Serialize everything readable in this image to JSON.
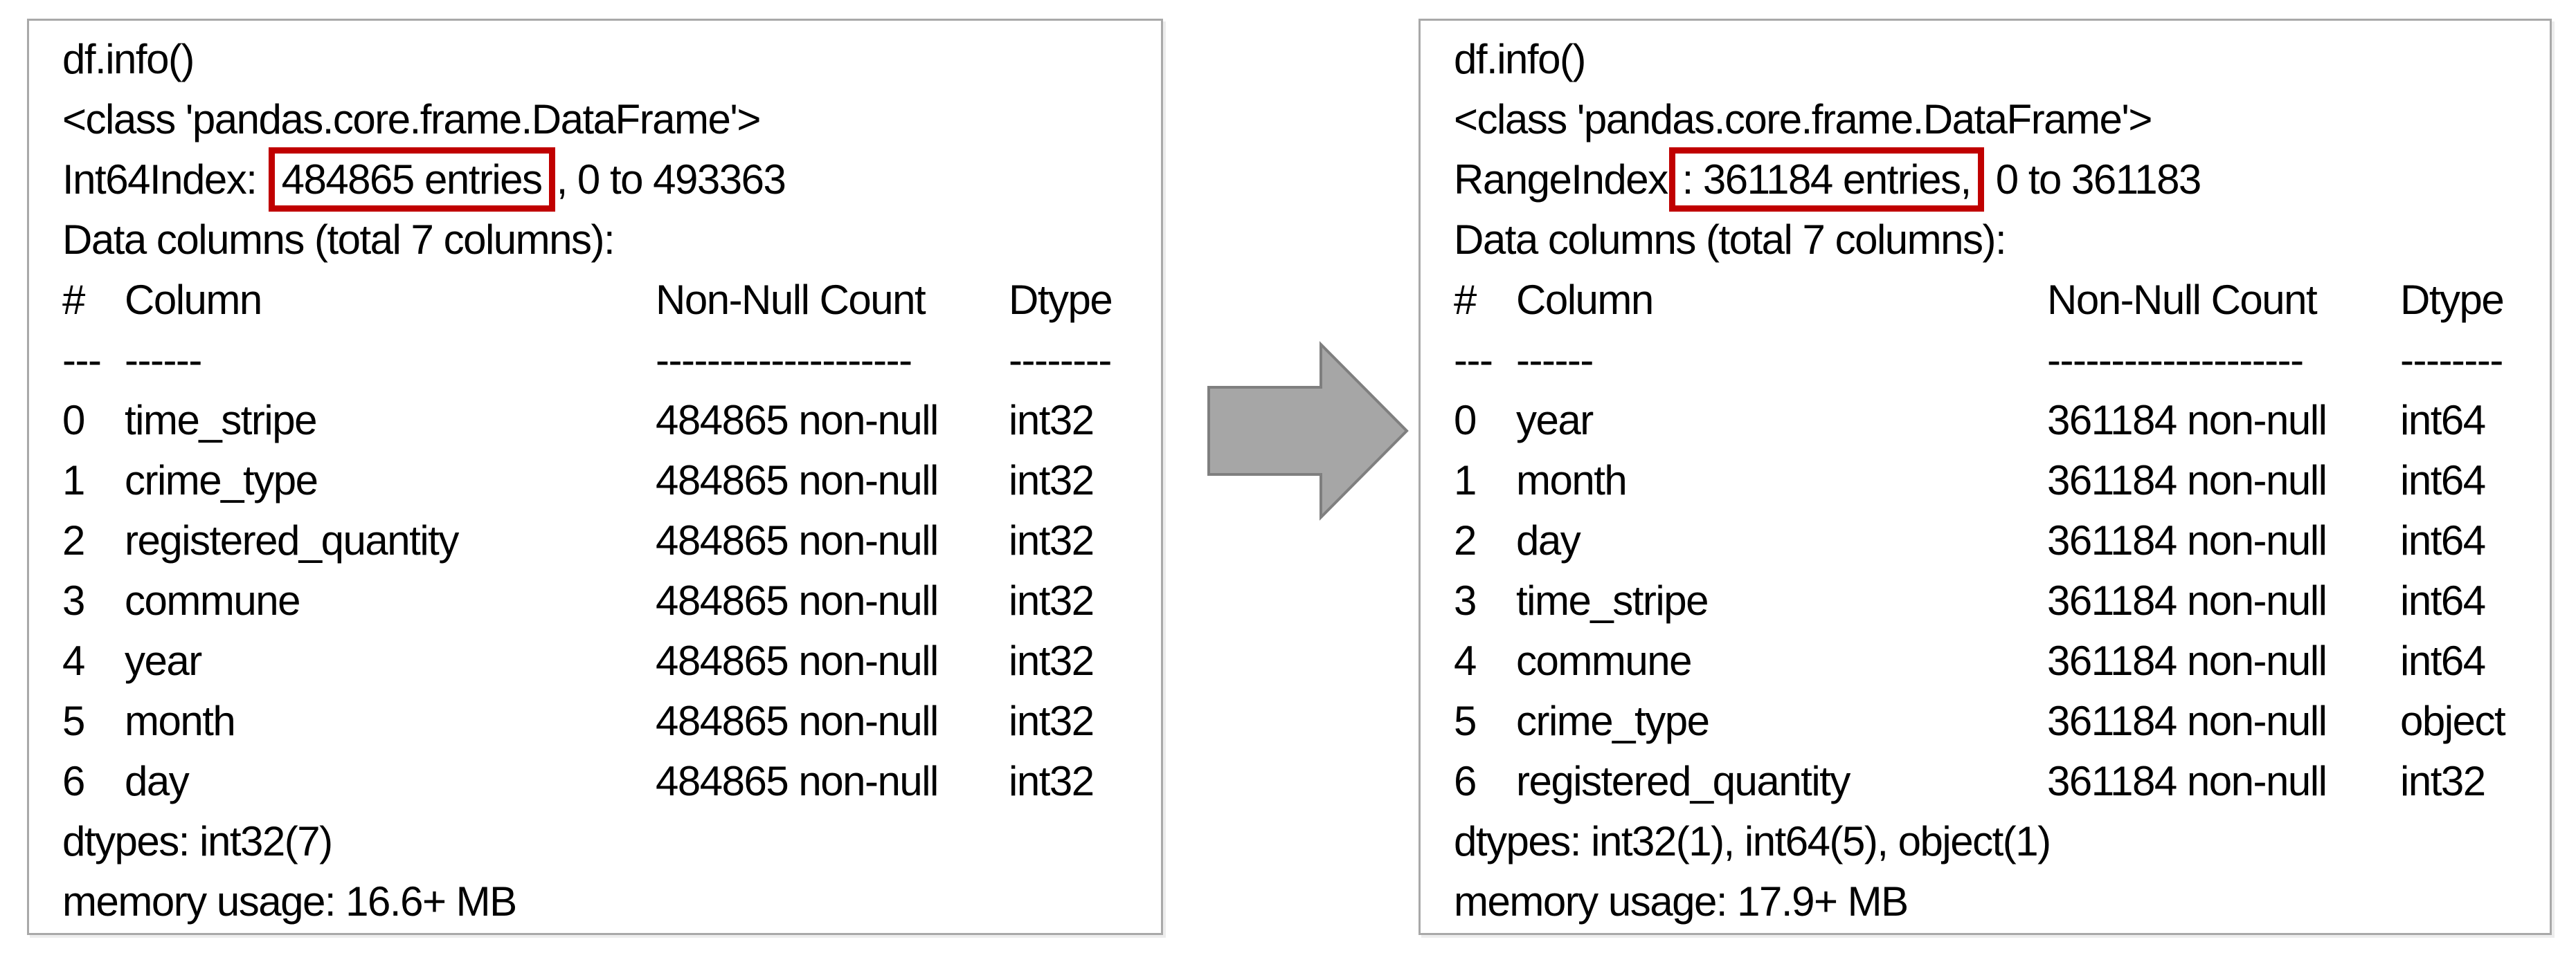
{
  "colors": {
    "background": "#ffffff",
    "text": "#000000",
    "panel_border": "#a9a9a9",
    "highlight_border": "#c00000",
    "arrow_fill": "#a6a6a6",
    "arrow_stroke": "#7f7f7f"
  },
  "icons": {
    "arrow": "right-block-arrow"
  },
  "left": {
    "code_line": "df.info()",
    "class_line": "<class 'pandas.core.frame.DataFrame'>",
    "index_line": {
      "prefix": "Int64Index: ",
      "highlighted": "484865 entries",
      "suffix": ", 0 to 493363"
    },
    "data_columns_line": "Data columns (total 7 columns):",
    "table": {
      "header": {
        "num": "#",
        "column": "Column",
        "non_null": "Non-Null Count",
        "dtype": "Dtype"
      },
      "separator": {
        "num": "---",
        "column": "------",
        "non_null": "--------------------",
        "dtype": "--------"
      },
      "rows": [
        {
          "num": "0",
          "column": "time_stripe",
          "non_null": "484865 non-null",
          "dtype": "int32"
        },
        {
          "num": "1",
          "column": "crime_type",
          "non_null": "484865 non-null",
          "dtype": "int32"
        },
        {
          "num": "2",
          "column": "registered_quantity",
          "non_null": "484865 non-null",
          "dtype": "int32"
        },
        {
          "num": "3",
          "column": "commune",
          "non_null": "484865 non-null",
          "dtype": "int32"
        },
        {
          "num": "4",
          "column": "year",
          "non_null": "484865 non-null",
          "dtype": "int32"
        },
        {
          "num": "5",
          "column": "month",
          "non_null": "484865 non-null",
          "dtype": "int32"
        },
        {
          "num": "6",
          "column": "day",
          "non_null": "484865 non-null",
          "dtype": "int32"
        }
      ]
    },
    "dtypes_line": "dtypes: int32(7)",
    "memory_line": "memory usage: 16.6+ MB"
  },
  "right": {
    "code_line": "df.info()",
    "class_line": "<class 'pandas.core.frame.DataFrame'>",
    "index_line": {
      "prefix": "RangeIndex",
      "highlighted": ": 361184 entries,",
      "suffix": " 0 to 361183"
    },
    "data_columns_line": "Data columns (total 7 columns):",
    "table": {
      "header": {
        "num": "#",
        "column": "Column",
        "non_null": "Non-Null Count",
        "dtype": "Dtype"
      },
      "separator": {
        "num": "---",
        "column": "------",
        "non_null": "--------------------",
        "dtype": "--------"
      },
      "rows": [
        {
          "num": "0",
          "column": "year",
          "non_null": "361184 non-null",
          "dtype": "int64"
        },
        {
          "num": "1",
          "column": "month",
          "non_null": "361184 non-null",
          "dtype": "int64"
        },
        {
          "num": "2",
          "column": "day",
          "non_null": "361184 non-null",
          "dtype": "int64"
        },
        {
          "num": "3",
          "column": "time_stripe",
          "non_null": "361184 non-null",
          "dtype": "int64"
        },
        {
          "num": "4",
          "column": "commune",
          "non_null": "361184 non-null",
          "dtype": "int64"
        },
        {
          "num": "5",
          "column": "crime_type",
          "non_null": "361184 non-null",
          "dtype": "object"
        },
        {
          "num": "6",
          "column": "registered_quantity",
          "non_null": "361184 non-null",
          "dtype": "int32"
        }
      ]
    },
    "dtypes_line": "dtypes: int32(1), int64(5), object(1)",
    "memory_line": "memory usage: 17.9+ MB"
  }
}
